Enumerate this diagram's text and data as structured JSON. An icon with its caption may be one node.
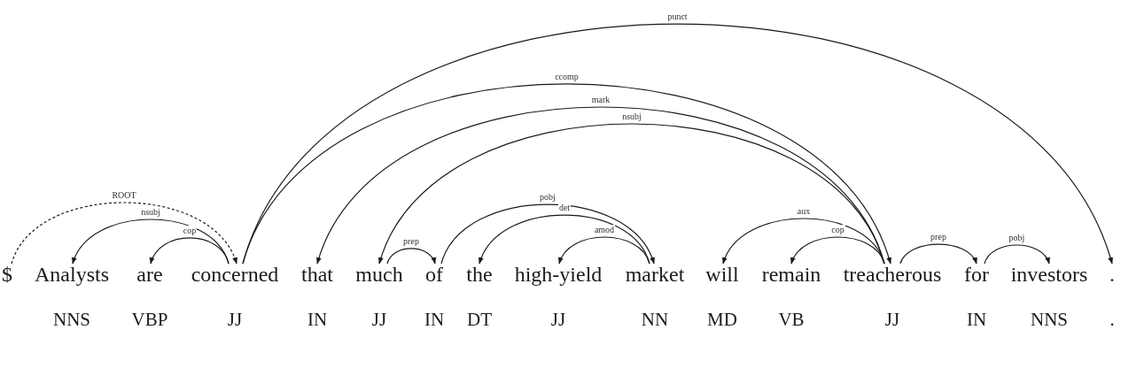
{
  "diagram": {
    "nodes": [
      {
        "text": [
          "$"
        ]
      },
      {
        "text": [
          "Analysts",
          "NNS"
        ]
      },
      {
        "text": [
          "are",
          "VBP"
        ]
      },
      {
        "text": [
          "concerned",
          "JJ"
        ]
      },
      {
        "text": [
          "that",
          "IN"
        ]
      },
      {
        "text": [
          "much",
          "JJ"
        ]
      },
      {
        "text": [
          "of",
          "IN"
        ]
      },
      {
        "text": [
          "the",
          "DT"
        ]
      },
      {
        "text": [
          "high-yield",
          "JJ"
        ]
      },
      {
        "text": [
          "market",
          "NN"
        ]
      },
      {
        "text": [
          "will",
          "MD"
        ]
      },
      {
        "text": [
          "remain",
          "VB"
        ]
      },
      {
        "text": [
          "treacherous",
          "JJ"
        ]
      },
      {
        "text": [
          "for",
          "IN"
        ]
      },
      {
        "text": [
          "investors",
          "NNS"
        ]
      },
      {
        "text": [
          ".",
          "."
        ]
      }
    ],
    "edges": [
      {
        "from": 0,
        "to": 3,
        "arrow": "to",
        "label": "ROOT",
        "style": "dashed"
      },
      {
        "from": 3,
        "to": 1,
        "arrow": "to",
        "label": "nsubj"
      },
      {
        "from": 3,
        "to": 2,
        "arrow": "to",
        "label": "cop"
      },
      {
        "from": 3,
        "to": 15,
        "arrow": "to",
        "label": "punct"
      },
      {
        "from": 3,
        "to": 12,
        "arrow": "to",
        "label": "ccomp"
      },
      {
        "from": 12,
        "to": 4,
        "arrow": "to",
        "label": "mark"
      },
      {
        "from": 12,
        "to": 5,
        "arrow": "to",
        "label": "nsubj"
      },
      {
        "from": 5,
        "to": 6,
        "arrow": "to",
        "label": "prep"
      },
      {
        "from": 6,
        "to": 9,
        "arrow": "to",
        "label": "pobj"
      },
      {
        "from": 9,
        "to": 7,
        "arrow": "to",
        "label": "det"
      },
      {
        "from": 9,
        "to": 8,
        "arrow": "to",
        "label": "amod"
      },
      {
        "from": 12,
        "to": 10,
        "arrow": "to",
        "label": "aux"
      },
      {
        "from": 12,
        "to": 11,
        "arrow": "to",
        "label": "cop"
      },
      {
        "from": 12,
        "to": 13,
        "arrow": "to",
        "label": "prep"
      },
      {
        "from": 13,
        "to": 14,
        "arrow": "to",
        "label": "pobj"
      }
    ]
  }
}
